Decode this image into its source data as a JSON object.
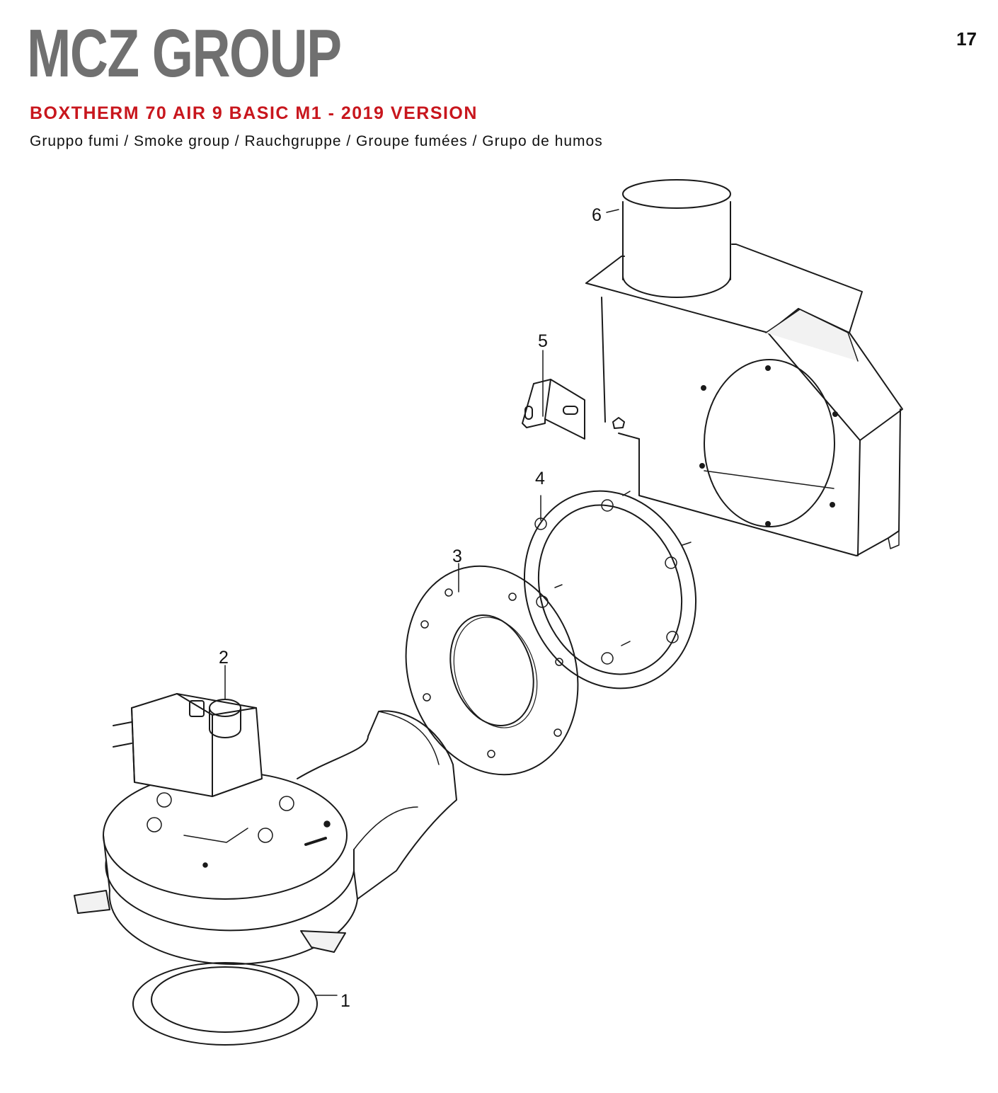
{
  "header": {
    "brand": "MCZ GROUP",
    "page_number": "17",
    "model_title": "BOXTHERM 70 AIR 9 BASIC M1 - 2019 VERSION",
    "subtitle": "Gruppo fumi / Smoke group / Rauchgruppe / Groupe fumées / Grupo de humos"
  },
  "colors": {
    "brand": "#707070",
    "title": "#c8161d",
    "line": "#1a1a1a",
    "shade": "#f2f2f2"
  },
  "diagram": {
    "callouts": [
      "1",
      "2",
      "3",
      "4",
      "5",
      "6"
    ]
  }
}
